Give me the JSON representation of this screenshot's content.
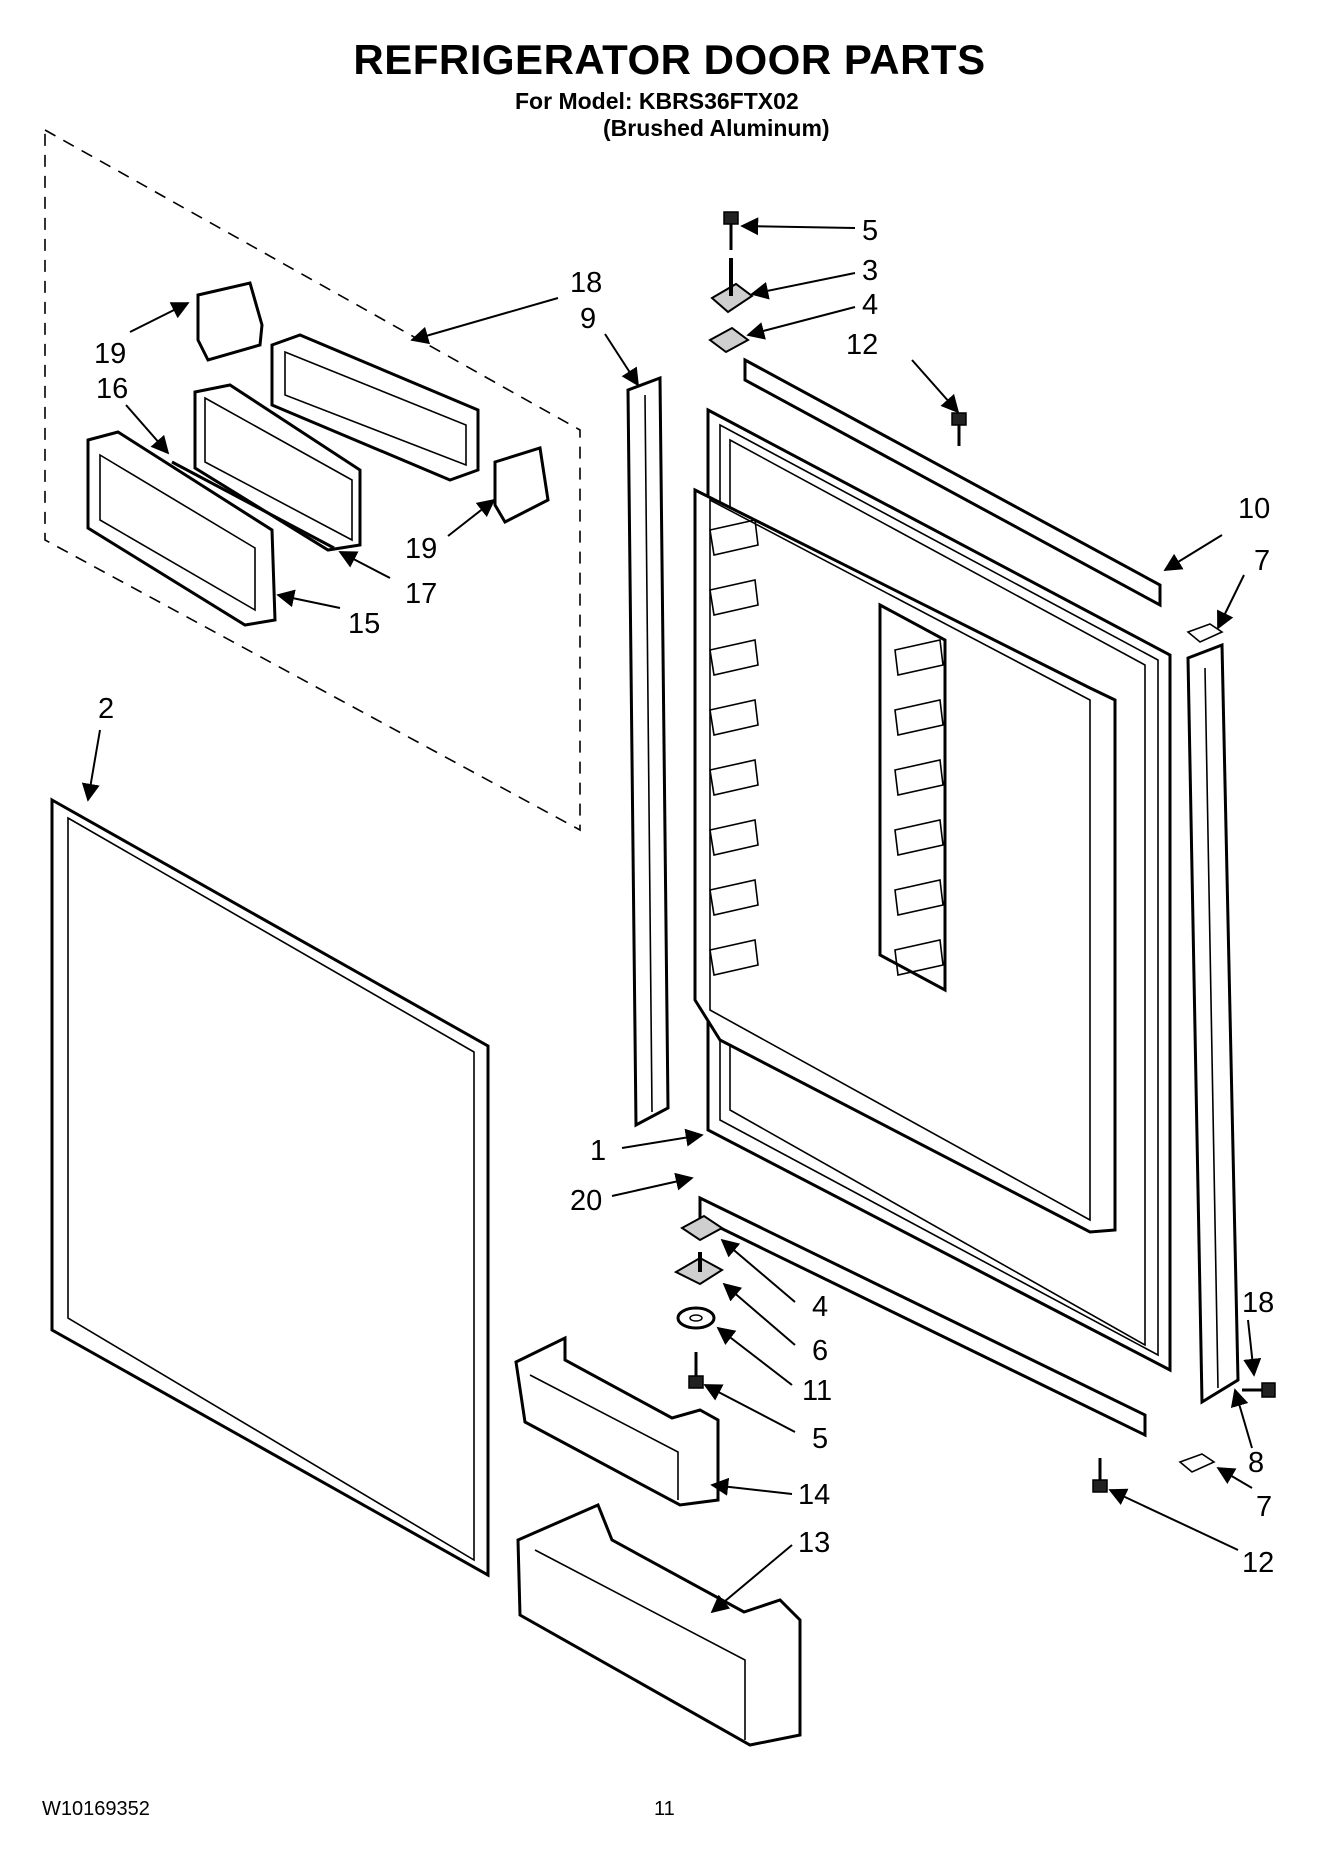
{
  "header": {
    "title": "REFRIGERATOR DOOR PARTS",
    "model_line": "For Model: KBRS36FTX02",
    "finish_line": "(Brushed Aluminum)"
  },
  "footer": {
    "document_number": "W10169352",
    "page_number": "11"
  },
  "callouts": {
    "c1": "1",
    "c2": "2",
    "c3": "3",
    "c4a": "4",
    "c4b": "4",
    "c5a": "5",
    "c5b": "5",
    "c6": "6",
    "c7a": "7",
    "c7b": "7",
    "c8": "8",
    "c9": "9",
    "c10": "10",
    "c11": "11",
    "c12a": "12",
    "c12b": "12",
    "c13": "13",
    "c14": "14",
    "c15": "15",
    "c16": "16",
    "c17": "17",
    "c18a": "18",
    "c18b": "18",
    "c19a": "19",
    "c19b": "19",
    "c20": "20"
  }
}
